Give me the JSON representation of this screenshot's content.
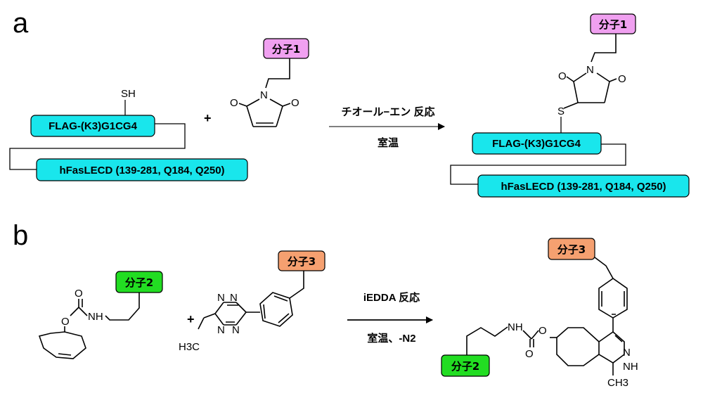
{
  "panels": {
    "a": "a",
    "b": "b"
  },
  "plus": "+",
  "panel_a": {
    "peptide": "FLAG-(K3)G1CG4",
    "protein": "hFasLECD (139-281, Q184, Q250)",
    "thiol": "SH",
    "sulfur": "S",
    "molecule": "分子1",
    "atoms": {
      "n": "N",
      "o": "O"
    },
    "arrow_top": "チオール−エン 反応",
    "arrow_bottom": "室温"
  },
  "panel_b": {
    "molecule2": "分子2",
    "molecule3": "分子3",
    "atoms": {
      "n": "N",
      "o": "O",
      "nh": "NH",
      "h3c": "H3C",
      "ch3": "CH3"
    },
    "arrow_top": "iEDDA 反応",
    "arrow_bottom": "室温、-N2"
  },
  "colors": {
    "cyan_box": "#19e6ec",
    "magenta_box": "#f0a0f0",
    "orange_box": "#f5a070",
    "green_box": "#22dd22",
    "arrow": "#808080"
  }
}
